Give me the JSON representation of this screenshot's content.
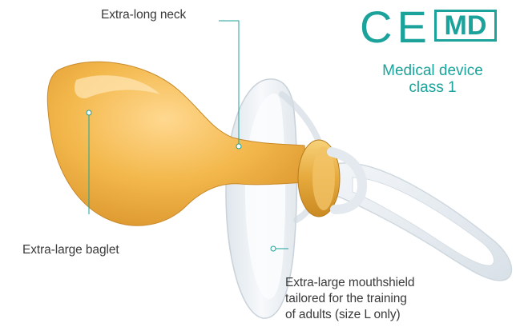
{
  "callouts": {
    "neck": "Extra-long neck",
    "baglet": "Extra-large baglet",
    "mouthshield_line1": "Extra-large mouthshield",
    "mouthshield_line2": "tailored for the training",
    "mouthshield_line3": "of adults (size L only)"
  },
  "certification": {
    "ce_mark": "CE",
    "md_badge": "MD",
    "class_line1": "Medical device",
    "class_line2": "class 1"
  },
  "colors": {
    "accent": "#1ba29a",
    "baglet": "#f0b545",
    "shield": "#eef2f5",
    "text": "#3a3a3a"
  }
}
